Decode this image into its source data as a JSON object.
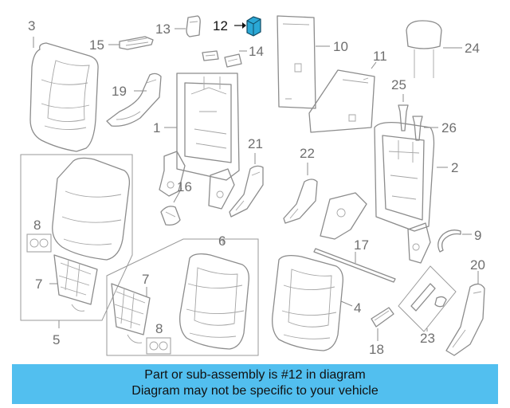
{
  "diagram": {
    "highlighted_part": "12",
    "callouts": {
      "c1": "1",
      "c2": "2",
      "c3": "3",
      "c4": "4",
      "c5": "5",
      "c6": "6",
      "c7a": "7",
      "c7b": "7",
      "c8a": "8",
      "c8b": "8",
      "c9": "9",
      "c10": "10",
      "c11": "11",
      "c12": "12",
      "c13": "13",
      "c14": "14",
      "c15": "15",
      "c16": "16",
      "c17": "17",
      "c18": "18",
      "c19": "19",
      "c20": "20",
      "c21": "21",
      "c22": "22",
      "c23": "23",
      "c24": "24",
      "c25": "25",
      "c26": "26"
    },
    "highlight_color": "#2aa8d6"
  },
  "banner": {
    "line1": "Part or sub-assembly is #12 in diagram",
    "line2": "Diagram may not be specific to your vehicle",
    "color": "#52bfef"
  }
}
